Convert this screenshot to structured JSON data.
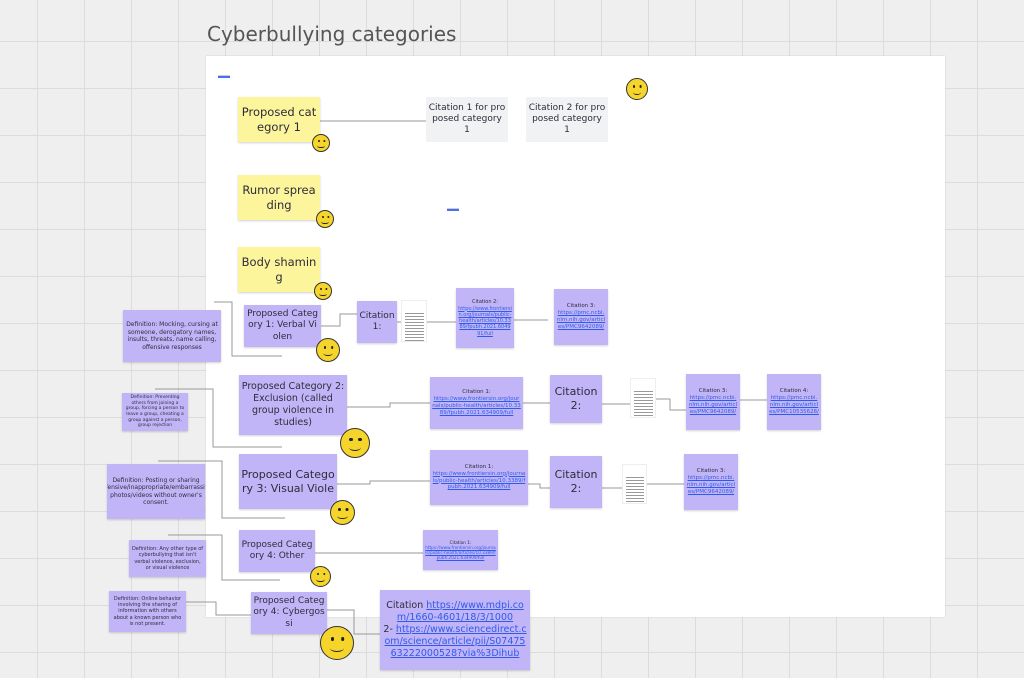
{
  "board": {
    "title": "Cyberbullying categories"
  },
  "yellow": [
    "Proposed category 1",
    "Rumor spreading",
    "Body shaming"
  ],
  "gray": [
    "Citation 1 for proposed category 1",
    "Citation 2 for proposed category 1"
  ],
  "definitions": [
    "Definition: Mocking, cursing at someone, derogatory names, insults, threats, name calling, offensive responses",
    "Definition: Preventing others from joining a group, forcing a person to leave a group, cheating a group against a person, group rejection",
    "Definition: Posting or sharing offensive/inappropriate/embarrassing photos/videos without owner's consent.",
    "Definition: Any other type of cyberbullying that isn't verbal violence, exclusion, or visual violence",
    "Definition: Online behavior involving the sharing of information with others about a known person who is not present."
  ],
  "categories": [
    "Proposed Category 1: Verbal Violen",
    "Proposed Category 2: Exclusion (called group violence in studies)",
    "Proposed Category 3: Visual Viole",
    "Proposed Category 4: Other",
    "Proposed Category 4: Cybergossi"
  ],
  "citations": {
    "c1_label": "Citation 1:",
    "c2_label": "Citation 2:",
    "r1_c2_label": "Citation 2:",
    "r1_c2_url": "https://www.frontiersin.org/journals/public-health/articles/10.3389/fpubh.2021.604991/full",
    "r1_c3_label": "Citation 3:",
    "r1_c3_url": "https://pmc.ncbi.nlm.nih.gov/articles/PMC9642089/",
    "r2_c1_label": "Citation 1:",
    "r2_c1_url": "https://www.frontiersin.org/journals/public-health/articles/10.3389/fpubh.2021.634909/full",
    "r2_c3_label": "Citation 3:",
    "r2_c3_url": "https://pmc.ncbi.nlm.nih.gov/articles/PMC9642089/",
    "r2_c4_label": "Citation 4:",
    "r2_c4_url": "https://pmc.ncbi.nlm.nih.gov/articles/PMC10535628/",
    "r3_c1_label": "Citation 1:",
    "r3_c1_url": "https://www.frontiersin.org/journals/public-health/articles/10.3389/fpubh.2021.634909/full",
    "r3_c3_label": "Citation 3:",
    "r3_c3_url": "https://pmc.ncbi.nlm.nih.gov/articles/PMC9642089/",
    "r4_c1_label": "Citation 1:",
    "r4_c1_url": "https://www.frontiersin.org/journals/public-health/articles/10.3389/fpubh.2021.634909/full",
    "r5_label": "Citation",
    "r5_url1": "https://www.mdpi.com/1660-4601/18/3/1000",
    "r5_label2": "2-",
    "r5_url2": "https://www.sciencedirect.com/science/article/pii/S0747563222000528?via%3Dihub"
  },
  "icons": {
    "emoji": "smiley-face-icon",
    "document": "document-thumbnail"
  },
  "colors": {
    "yellow": "#fdf59c",
    "purple": "#c1b5f8",
    "gray": "#f1f2f4",
    "link": "#2f5bea"
  }
}
